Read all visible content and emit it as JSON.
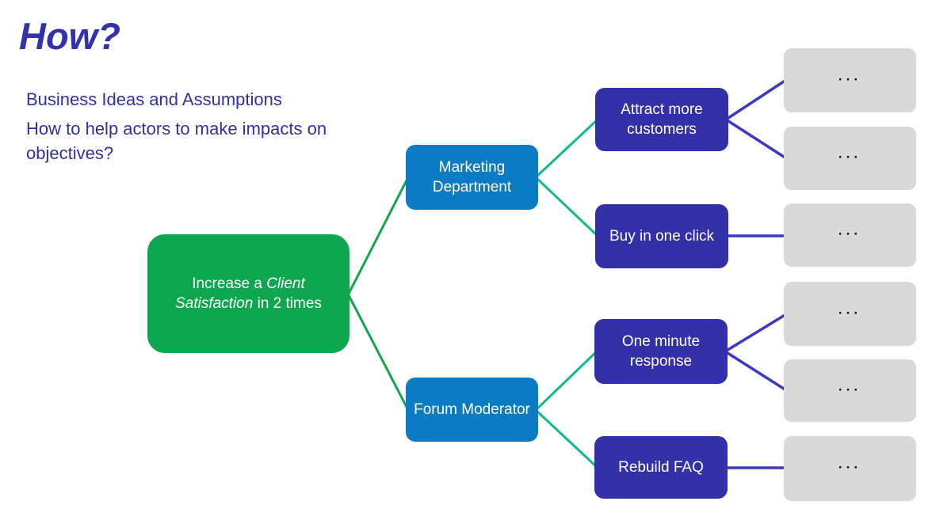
{
  "title": "How?",
  "subtitle": {
    "line1": "Business Ideas and Assumptions",
    "line2": "How to help actors to make impacts on objectives?"
  },
  "diagram": {
    "goal": {
      "text_before": "Increase a ",
      "text_italic": "Client Satisfaction",
      "text_after": " in 2 times"
    },
    "actors": [
      {
        "label": "Marketing Department"
      },
      {
        "label": "Forum Moderator"
      }
    ],
    "impacts": [
      {
        "label": "Attract more customers"
      },
      {
        "label": "Buy in one click"
      },
      {
        "label": "One minute response"
      },
      {
        "label": "Rebuild FAQ"
      }
    ],
    "deliverables": [
      {
        "label": "..."
      },
      {
        "label": "..."
      },
      {
        "label": "..."
      },
      {
        "label": "..."
      },
      {
        "label": "..."
      },
      {
        "label": "..."
      }
    ]
  },
  "colors": {
    "title_text": "#3431ac",
    "body_text": "#32309c",
    "goal_green": "#0ea750",
    "actor_blue": "#0b7cc4",
    "impact_indigo": "#3330a8",
    "deliverable_gray": "#d9d9d9",
    "connector_green": "#0fa74e",
    "connector_teal": "#10b98e",
    "connector_blue": "#3b38c4",
    "dots_color": "#111111"
  }
}
